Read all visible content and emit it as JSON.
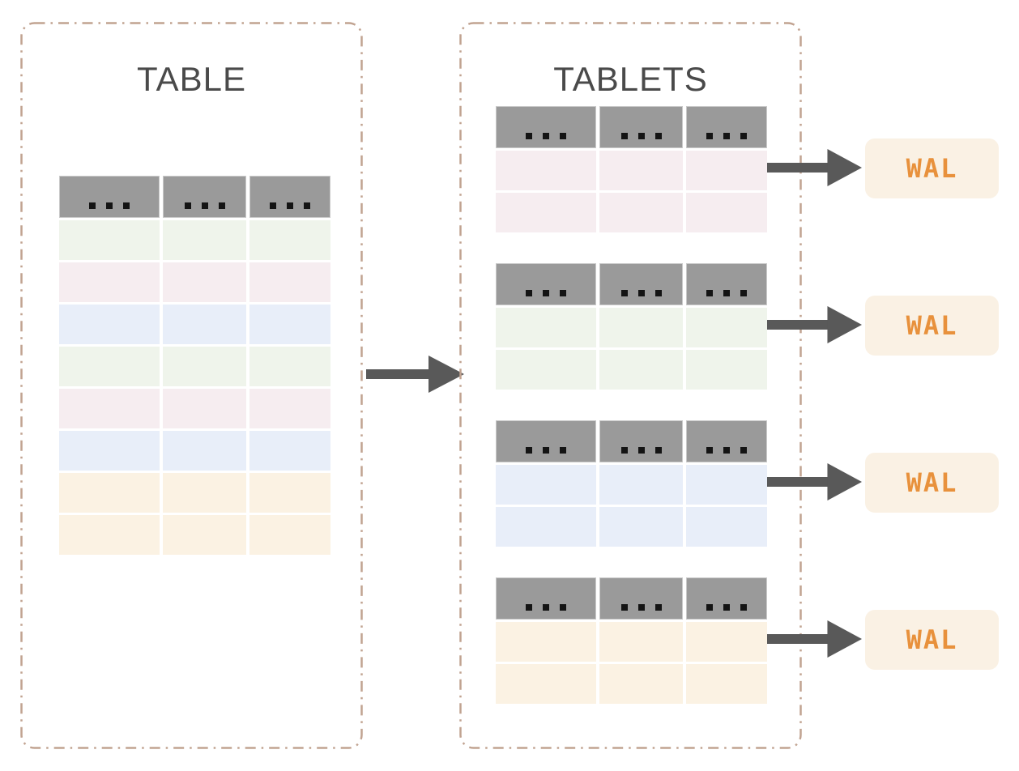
{
  "left_panel": {
    "title": "TABLE",
    "table": {
      "columns": 3,
      "header_icon": "ellipsis-dots",
      "rows": [
        "green",
        "pink",
        "blue",
        "green",
        "pink",
        "blue",
        "orange",
        "orange"
      ]
    }
  },
  "right_panel": {
    "title": "TABLETS",
    "tablets": [
      {
        "header_icon": "ellipsis-dots",
        "rows": [
          "pink",
          "pink"
        ]
      },
      {
        "header_icon": "ellipsis-dots",
        "rows": [
          "green",
          "green"
        ]
      },
      {
        "header_icon": "ellipsis-dots",
        "rows": [
          "blue",
          "blue"
        ]
      },
      {
        "header_icon": "ellipsis-dots",
        "rows": [
          "orange",
          "orange"
        ]
      }
    ]
  },
  "wal_boxes": [
    {
      "label": "WAL"
    },
    {
      "label": "WAL"
    },
    {
      "label": "WAL"
    },
    {
      "label": "WAL"
    }
  ],
  "colors": {
    "row_green": "#eff4eb",
    "row_pink": "#f6edf0",
    "row_blue": "#e8eef9",
    "row_orange": "#fbf2e3",
    "table_header": "#9a9a9a",
    "header_dot": "#141414",
    "arrow": "#595959",
    "panel_border": "#c1a391",
    "title_text": "#4a4a4a",
    "wal_bg": "#faf1e4",
    "wal_text": "#e8913c"
  }
}
